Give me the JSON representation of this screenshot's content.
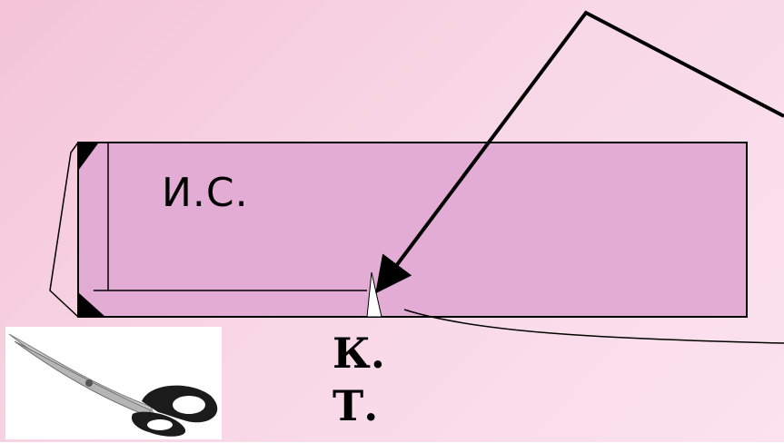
{
  "labels": {
    "wrong_side": "И.С.",
    "mark_k": "К.",
    "mark_t": "Т."
  },
  "icons": {
    "tool": "scissors-icon"
  },
  "colors": {
    "background_start": "#f4c4d8",
    "background_end": "#fbe2ee",
    "fabric_fill": "#e2acd5",
    "outline": "#000000",
    "notch_fill": "#ffffff"
  }
}
